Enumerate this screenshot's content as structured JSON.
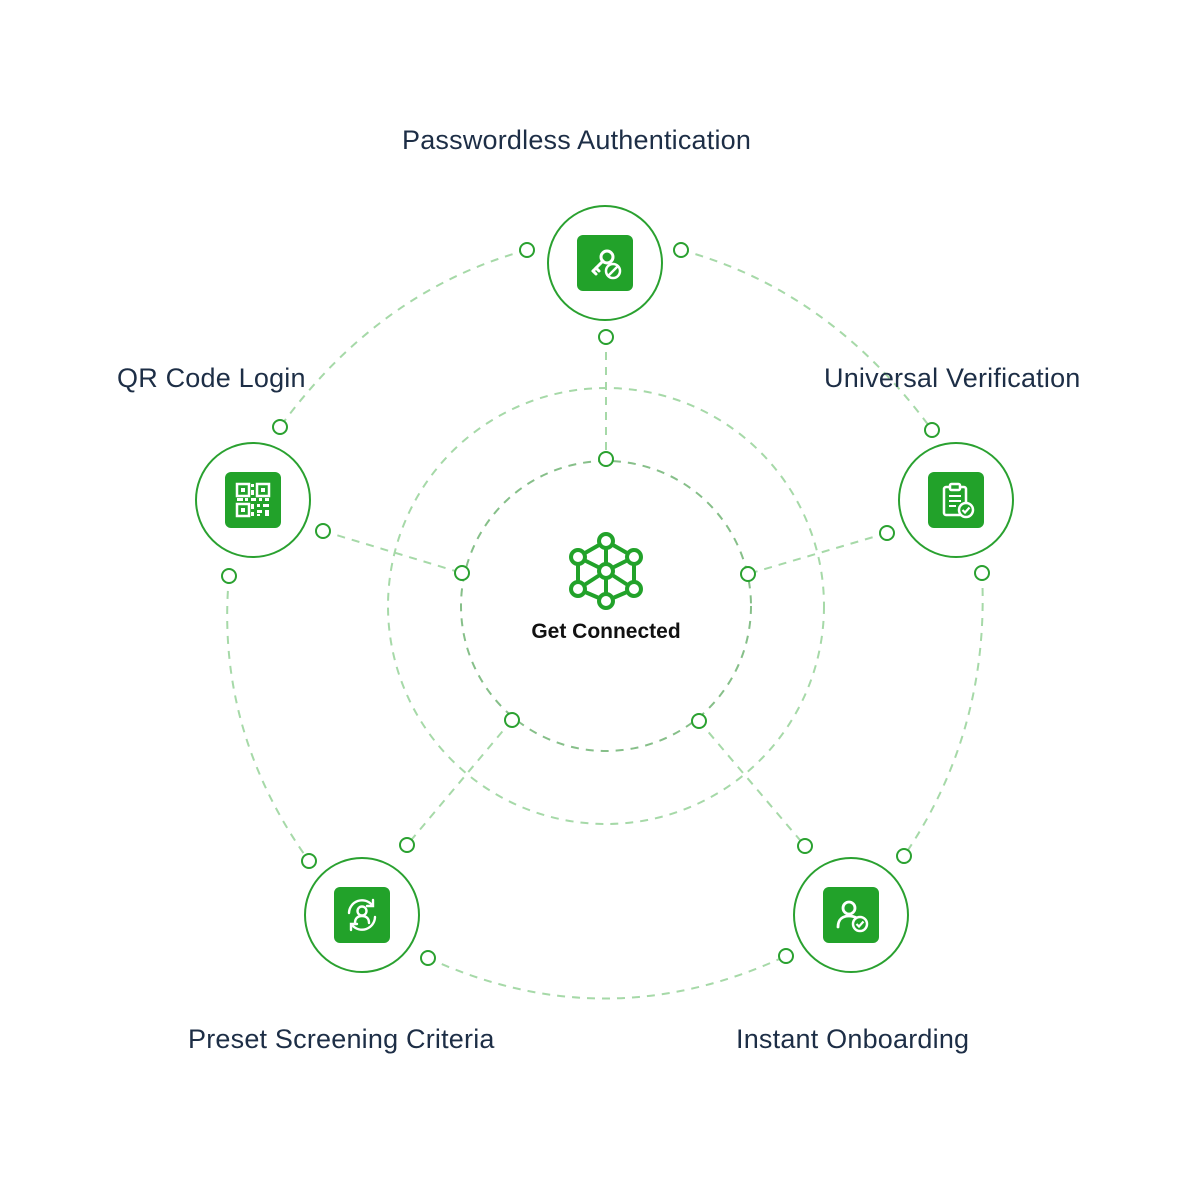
{
  "center": {
    "label": "Get Connected",
    "icon": "network-hub-icon"
  },
  "features": [
    {
      "id": "passwordless",
      "label": "Passwordless Authentication",
      "icon": "passwordless-key-icon"
    },
    {
      "id": "universal",
      "label": "Universal Verification",
      "icon": "clipboard-check-icon"
    },
    {
      "id": "onboarding",
      "label": "Instant Onboarding",
      "icon": "user-check-icon"
    },
    {
      "id": "screening",
      "label": "Preset Screening Criteria",
      "icon": "user-sync-icon"
    },
    {
      "id": "qr",
      "label": "QR Code Login",
      "icon": "qr-code-icon"
    }
  ],
  "colors": {
    "accent": "#22a22a",
    "node_border": "#2aa130",
    "dashed_light": "#a6d9a8",
    "dashed_dark": "#86bf89",
    "label_text": "#1d2e46",
    "center_text": "#111111"
  }
}
